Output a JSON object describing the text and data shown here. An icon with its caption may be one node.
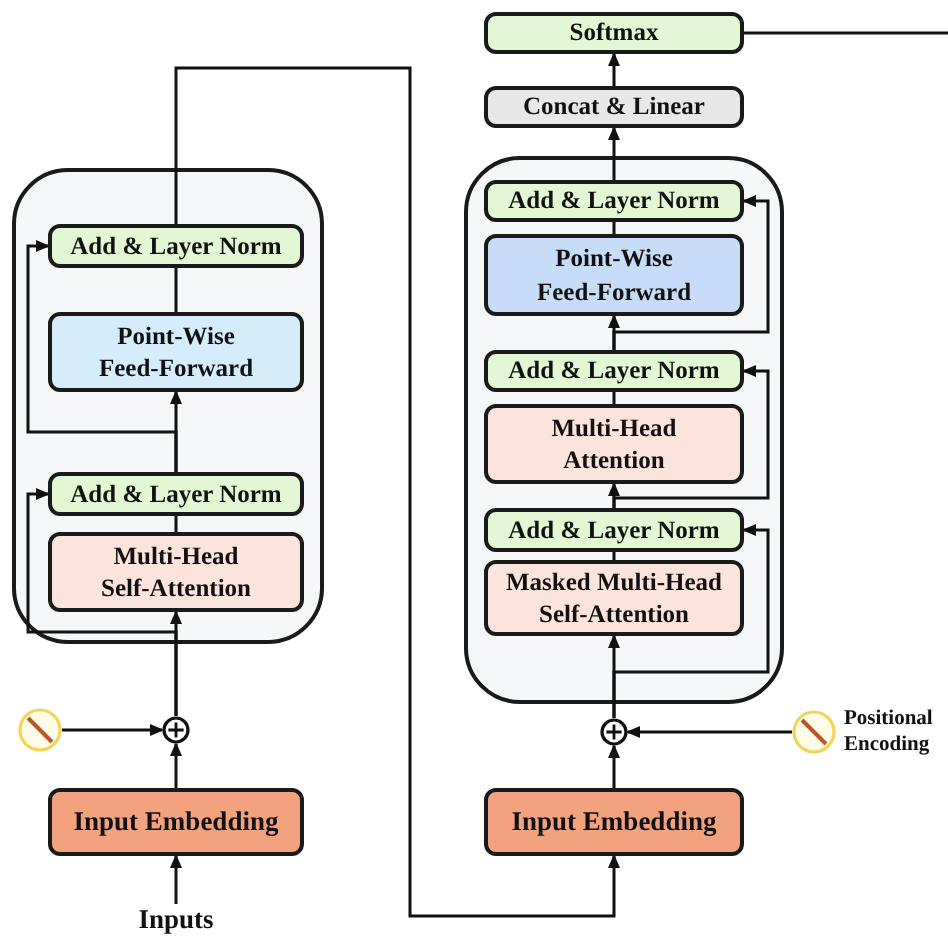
{
  "diagram": {
    "nodes": [
      {
        "text": [],
        "shape": "box"
      },
      {
        "text": [
          "Add & Layer Norm"
        ],
        "in": 0
      },
      {
        "text": [
          "Point-Wise Feed-Forward"
        ],
        "in": 0
      },
      {
        "text": [
          "Add & Layer Norm"
        ],
        "in": 0
      },
      {
        "text": [
          "Multi-Head Self-Attention"
        ],
        "in": 0
      },
      {
        "text": [],
        "shape": "circle"
      },
      {
        "text": [],
        "shape": "circle"
      },
      {
        "text": [
          "Input Embedding"
        ]
      },
      {
        "text": [
          "Inputs"
        ]
      },
      {
        "text": [
          "Softmax"
        ]
      },
      {
        "text": [
          "Concat & Linear"
        ]
      },
      {
        "text": [],
        "shape": "box"
      },
      {
        "text": [
          "Add & Layer Norm"
        ],
        "in": 11
      },
      {
        "text": [
          "Point-Wise Feed-Forward"
        ],
        "in": 11
      },
      {
        "text": [
          "Add & Layer Norm"
        ],
        "in": 11
      },
      {
        "text": [
          "Multi-Head Attention"
        ],
        "in": 11
      },
      {
        "text": [
          "Add & Layer Norm"
        ],
        "in": 11
      },
      {
        "text": [
          "Masked Multi-Head Self-Attention"
        ],
        "in": 11
      },
      {
        "text": [],
        "shape": "circle"
      },
      {
        "text": [],
        "shape": "circle",
        "beside": [
          "Positional Encoding"
        ]
      },
      {
        "text": [
          "Input Embedding"
        ]
      }
    ],
    "edges": [
      {
        "from": 8,
        "to": 7,
        "arrow": "to"
      },
      {
        "from": 7,
        "to": 6,
        "arrow": "to"
      },
      {
        "from": 5,
        "to": 6,
        "arrow": "to"
      },
      {
        "from": 6,
        "to": 4,
        "arrow": "to"
      },
      {
        "from": 6,
        "to": 3,
        "arrow": "to"
      },
      {
        "from": 4,
        "to": 3,
        "arrow": "none"
      },
      {
        "from": 3,
        "to": 2,
        "arrow": "to"
      },
      {
        "from": 3,
        "to": 1,
        "arrow": "to"
      },
      {
        "from": 2,
        "to": 1,
        "arrow": "none"
      },
      {
        "from": 1,
        "to": 20,
        "arrow": "to"
      },
      {
        "from": 20,
        "to": 18,
        "arrow": "to"
      },
      {
        "from": 19,
        "to": 18,
        "arrow": "to"
      },
      {
        "from": 18,
        "to": 17,
        "arrow": "to"
      },
      {
        "from": 18,
        "to": 16,
        "arrow": "to"
      },
      {
        "from": 17,
        "to": 16,
        "arrow": "none"
      },
      {
        "from": 16,
        "to": 15,
        "arrow": "to"
      },
      {
        "from": 16,
        "to": 14,
        "arrow": "to"
      },
      {
        "from": 15,
        "to": 14,
        "arrow": "none"
      },
      {
        "from": 14,
        "to": 13,
        "arrow": "to"
      },
      {
        "from": 14,
        "to": 12,
        "arrow": "to"
      },
      {
        "from": 13,
        "to": 12,
        "arrow": "none"
      },
      {
        "from": 12,
        "to": 10,
        "arrow": "to"
      },
      {
        "from": 10,
        "to": 9,
        "arrow": "to"
      },
      {
        "from": 9,
        "to": null,
        "arrow": "none"
      }
    ]
  }
}
